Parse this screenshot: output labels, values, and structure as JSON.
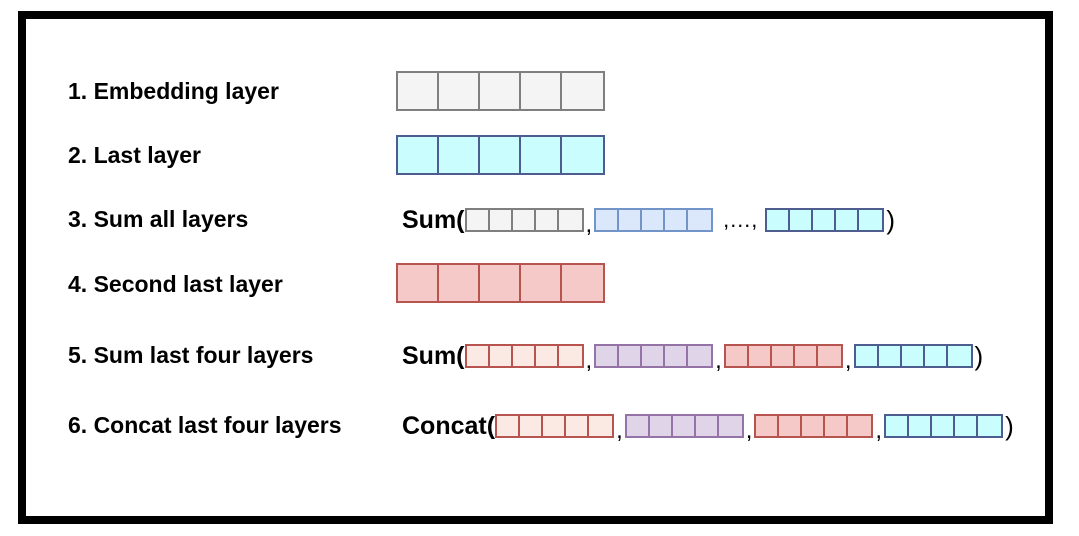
{
  "palette": {
    "gray": {
      "fill": "#f4f4f4",
      "stroke": "#7f7f7f"
    },
    "cyan": {
      "fill": "#c9fdfe",
      "stroke": "#4e5d90"
    },
    "blue": {
      "fill": "#dbe8fb",
      "stroke": "#7394c8"
    },
    "red": {
      "fill": "#f6c9c9",
      "stroke": "#b85450"
    },
    "peach": {
      "fill": "#fbe9e4",
      "stroke": "#b85450"
    },
    "purple": {
      "fill": "#e0d5e8",
      "stroke": "#9673a6"
    }
  },
  "cells_per_vector": 5,
  "rows": [
    {
      "label": "1. Embedding layer",
      "vector": "gray"
    },
    {
      "label": "2. Last layer",
      "vector": "cyan"
    },
    {
      "label": "3. Sum all layers",
      "formula": {
        "op": "Sum(",
        "close": ")",
        "items": [
          "gray",
          "blue",
          "ellipsis",
          "cyan"
        ],
        "ellipsis": ",…,"
      }
    },
    {
      "label": "4. Second last layer",
      "vector": "red"
    },
    {
      "label": "5. Sum last four layers",
      "formula": {
        "op": "Sum(",
        "close": ")",
        "items": [
          "peach",
          "purple",
          "red",
          "cyan"
        ]
      }
    },
    {
      "label": "6. Concat last four layers",
      "formula": {
        "op": "Concat(",
        "close": ")",
        "items": [
          "peach",
          "purple",
          "red",
          "cyan"
        ]
      }
    }
  ]
}
